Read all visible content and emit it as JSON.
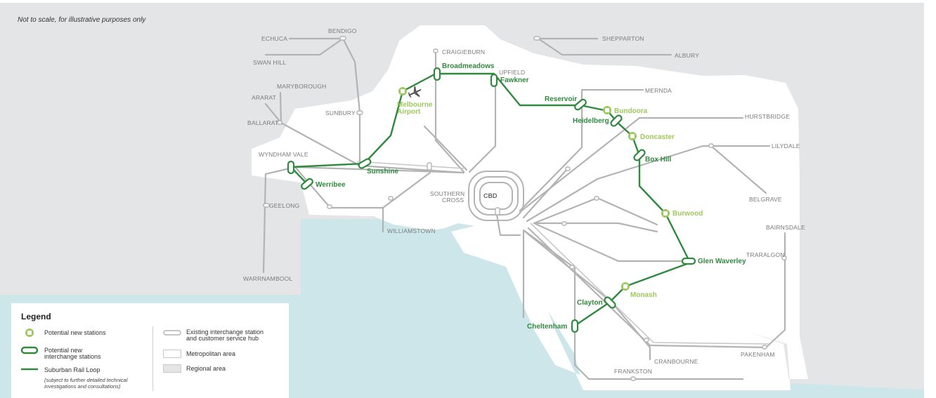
{
  "note": "Not to scale, for illustrative purposes only",
  "colors": {
    "loop": "#2f8a3f",
    "new_station": "#9cc95d",
    "metro": "#ffffff",
    "regional": "#e4e5e6",
    "water": "#cde6ea",
    "rail": "#b3b3b3"
  },
  "labels": {
    "echuca": "ECHUCA",
    "bendigo": "BENDIGO",
    "shepparton": "SHEPPARTON",
    "albury": "ALBURY",
    "swan_hill": "SWAN HILL",
    "craigieburn": "CRAIGIEBURN",
    "upfield": "UPFIELD",
    "maryborough": "MARYBOROUGH",
    "ararat": "ARARAT",
    "mernda": "MERNDA",
    "sunbury": "SUNBURY",
    "ballarat": "BALLARAT",
    "hurstbridge": "HURSTBRIDGE",
    "wyndham_vale": "WYNDHAM VALE",
    "lilydale": "LILYDALE",
    "southern_cross_1": "SOUTHERN",
    "southern_cross_2": "CROSS",
    "cbd": "CBD",
    "geelong": "GEELONG",
    "belgrave": "BELGRAVE",
    "williamstown": "WILLIAMSTOWN",
    "bairnsdale": "BAIRNSDALE",
    "traralgon": "TRARALGON",
    "warrnambool": "WARRNAMBOOL",
    "cranbourne": "CRANBOURNE",
    "pakenham": "PAKENHAM",
    "frankston": "FRANKSTON"
  },
  "interchanges": {
    "broadmeadows": "Broadmeadows",
    "fawkner": "Fawkner",
    "reservoir": "Reservoir",
    "heidelberg": "Heidelberg",
    "box_hill": "Box Hill",
    "glen_waverley": "Glen Waverley",
    "clayton": "Clayton",
    "cheltenham": "Cheltenham",
    "sunshine": "Sunshine",
    "werribee": "Werribee"
  },
  "new_stations": {
    "melbourne_airport_1": "Melbourne",
    "melbourne_airport_2": "Airport",
    "bundoora": "Bundoora",
    "doncaster": "Doncaster",
    "burwood": "Burwood",
    "monash": "Monash"
  },
  "legend": {
    "title": "Legend",
    "new_stations": "Potential new stations",
    "new_interchange_1": "Potential new",
    "new_interchange_2": "interchange stations",
    "loop": "Suburban Rail Loop",
    "loop_note_1": "(subject to further detailed technical",
    "loop_note_2": "investigations and consultations)",
    "existing_1": "Existing interchange station",
    "existing_2": "and customer service hub",
    "metro": "Metropolitan area",
    "regional": "Regional area"
  }
}
